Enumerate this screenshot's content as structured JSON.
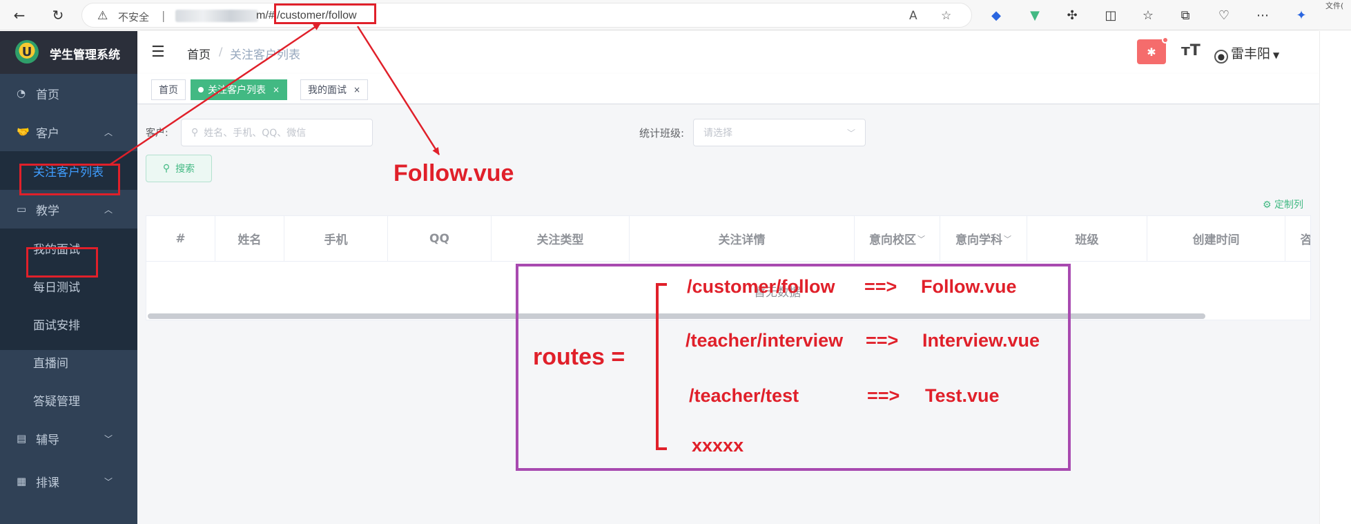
{
  "browser": {
    "back_icon": "←",
    "refresh_icon": "↻",
    "insecure_label": "不安全",
    "separator": "|",
    "host_tail": "m/",
    "hash": "#",
    "path": "/customer/follow",
    "edge_tail": "文件("
  },
  "sidebar": {
    "title": "学生管理系统",
    "logo_letter": "U",
    "menu": {
      "home": "首页",
      "customer": "客户",
      "follow_list": "关注客户列表",
      "teaching": "教学",
      "my_interview": "我的面试",
      "daily_test": "每日测试",
      "interview_schedule": "面试安排",
      "live_room": "直播间",
      "qa_manage": "答疑管理",
      "tutoring": "辅导",
      "scheduling": "排课"
    }
  },
  "navbar": {
    "crumb_home": "首页",
    "crumb_sep": "/",
    "crumb_current": "关注客户列表",
    "user_name": "雷丰阳"
  },
  "tags": {
    "home": "首页",
    "follow": "关注客户列表",
    "interview": "我的面试",
    "close": "×"
  },
  "filters": {
    "customer_label": "客户:",
    "customer_placeholder": "姓名、手机、QQ、微信",
    "class_label": "统计班级:",
    "class_placeholder": "请选择",
    "search_button": "搜索",
    "custom_columns": "定制列"
  },
  "table": {
    "headers": [
      "#",
      "姓名",
      "手机",
      "QQ",
      "关注类型",
      "关注详情",
      "意向校区",
      "意向学科",
      "班级",
      "创建时间",
      "咨"
    ],
    "empty_text": "暂无数据"
  },
  "annotations": {
    "follow_vue": "Follow.vue",
    "routes_label": "routes =",
    "routes": [
      {
        "path": "/customer/follow",
        "arrow": "==>",
        "component": "Follow.vue"
      },
      {
        "path": "/teacher/interview",
        "arrow": "==>",
        "component": "Interview.vue"
      },
      {
        "path": "/teacher/test",
        "arrow": "==>",
        "component": "Test.vue"
      },
      {
        "path": "xxxxx",
        "arrow": "",
        "component": ""
      }
    ]
  },
  "colors": {
    "sidebar_bg": "#304156",
    "accent_green": "#42b983",
    "annotation_red": "#e0202a",
    "annotation_purple": "#a84ab0",
    "active_link": "#409eff"
  }
}
